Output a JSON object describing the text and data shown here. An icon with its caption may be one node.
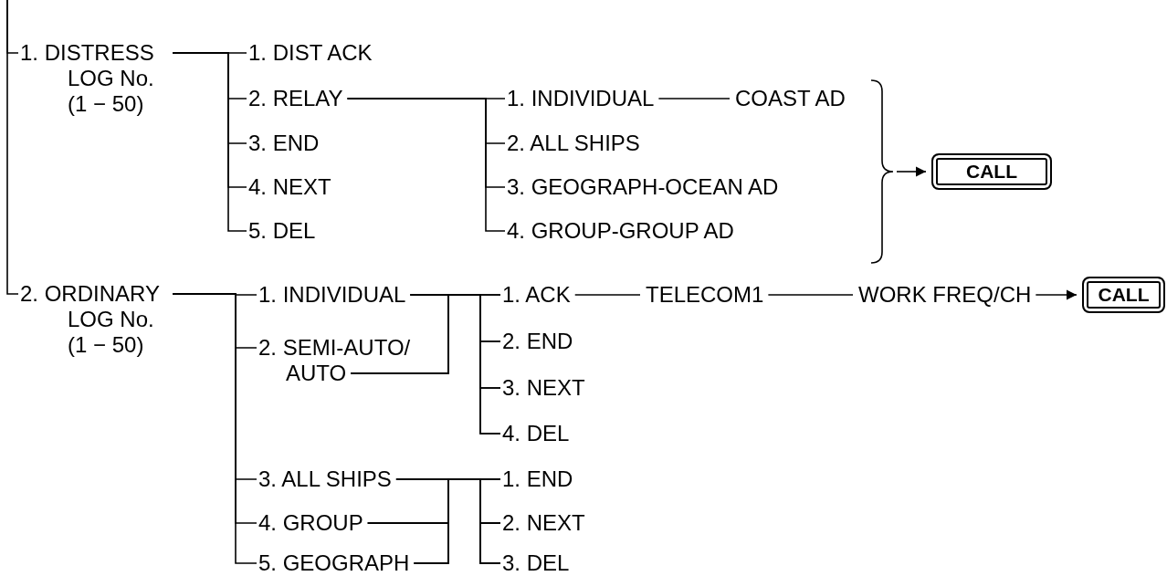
{
  "diagram": {
    "nodes": [
      {
        "text": [
          "1. DISTRESS LOG No. (1 − 50)"
        ]
      },
      {
        "text": [
          "1. DIST ACK"
        ]
      },
      {
        "text": [
          "2. RELAY"
        ]
      },
      {
        "text": [
          "3. END"
        ]
      },
      {
        "text": [
          "4. NEXT"
        ]
      },
      {
        "text": [
          "5. DEL"
        ]
      },
      {
        "text": [
          "1. INDIVIDUAL"
        ]
      },
      {
        "text": [
          "COAST AD"
        ]
      },
      {
        "text": [
          "2. ALL SHIPS"
        ]
      },
      {
        "text": [
          "3. GEOGRAPH-OCEAN AD"
        ]
      },
      {
        "text": [
          "4. GROUP-GROUP AD"
        ]
      },
      {
        "text": [
          "CALL"
        ]
      },
      {
        "text": [
          "2. ORDINARY LOG No. (1 − 50)"
        ]
      },
      {
        "text": [
          "1. INDIVIDUAL"
        ]
      },
      {
        "text": [
          "2. SEMI-AUTO/ AUTO"
        ]
      },
      {
        "text": [
          "1. ACK"
        ]
      },
      {
        "text": [
          "TELECOM1"
        ]
      },
      {
        "text": [
          "WORK FREQ/CH"
        ]
      },
      {
        "text": [
          "CALL"
        ]
      },
      {
        "text": [
          "2. END"
        ]
      },
      {
        "text": [
          "3. NEXT"
        ]
      },
      {
        "text": [
          "4. DEL"
        ]
      },
      {
        "text": [
          "3. ALL SHIPS"
        ]
      },
      {
        "text": [
          "4. GROUP"
        ]
      },
      {
        "text": [
          "5. GEOGRAPH"
        ]
      },
      {
        "text": [
          "1. END"
        ]
      },
      {
        "text": [
          "2. NEXT"
        ]
      },
      {
        "text": [
          "3. DEL"
        ]
      },
      {
        "text": [],
        "shape": "brace"
      }
    ],
    "edges": [
      {
        "from": null,
        "to": 0,
        "arrow": "none"
      },
      {
        "from": null,
        "to": 12,
        "arrow": "none"
      },
      {
        "from": 0,
        "to": 1,
        "arrow": "none"
      },
      {
        "from": 0,
        "to": 2,
        "arrow": "none"
      },
      {
        "from": 0,
        "to": 3,
        "arrow": "none"
      },
      {
        "from": 0,
        "to": 4,
        "arrow": "none"
      },
      {
        "from": 0,
        "to": 5,
        "arrow": "none"
      },
      {
        "from": 2,
        "to": 6,
        "arrow": "none"
      },
      {
        "from": 2,
        "to": 8,
        "arrow": "none"
      },
      {
        "from": 2,
        "to": 9,
        "arrow": "none"
      },
      {
        "from": 2,
        "to": 10,
        "arrow": "none"
      },
      {
        "from": 6,
        "to": 7,
        "arrow": "none"
      },
      {
        "from": 28,
        "to": 11,
        "arrow": "to"
      },
      {
        "from": 12,
        "to": 13,
        "arrow": "none"
      },
      {
        "from": 12,
        "to": 14,
        "arrow": "none"
      },
      {
        "from": 12,
        "to": 22,
        "arrow": "none"
      },
      {
        "from": 12,
        "to": 23,
        "arrow": "none"
      },
      {
        "from": 12,
        "to": 24,
        "arrow": "none"
      },
      {
        "from": 13,
        "to": 15,
        "arrow": "none"
      },
      {
        "from": 13,
        "to": 19,
        "arrow": "none"
      },
      {
        "from": 13,
        "to": 20,
        "arrow": "none"
      },
      {
        "from": 13,
        "to": 21,
        "arrow": "none"
      },
      {
        "from": 14,
        "to": 15,
        "arrow": "none"
      },
      {
        "from": 14,
        "to": 19,
        "arrow": "none"
      },
      {
        "from": 14,
        "to": 20,
        "arrow": "none"
      },
      {
        "from": 14,
        "to": 21,
        "arrow": "none"
      },
      {
        "from": 15,
        "to": 16,
        "arrow": "none"
      },
      {
        "from": 16,
        "to": 17,
        "arrow": "none"
      },
      {
        "from": 17,
        "to": 18,
        "arrow": "to"
      },
      {
        "from": 22,
        "to": 25,
        "arrow": "none"
      },
      {
        "from": 22,
        "to": 26,
        "arrow": "none"
      },
      {
        "from": 22,
        "to": 27,
        "arrow": "none"
      },
      {
        "from": 23,
        "to": 25,
        "arrow": "none"
      },
      {
        "from": 23,
        "to": 26,
        "arrow": "none"
      },
      {
        "from": 23,
        "to": 27,
        "arrow": "none"
      },
      {
        "from": 24,
        "to": 25,
        "arrow": "none"
      },
      {
        "from": 24,
        "to": 26,
        "arrow": "none"
      },
      {
        "from": 24,
        "to": 27,
        "arrow": "none"
      }
    ]
  }
}
